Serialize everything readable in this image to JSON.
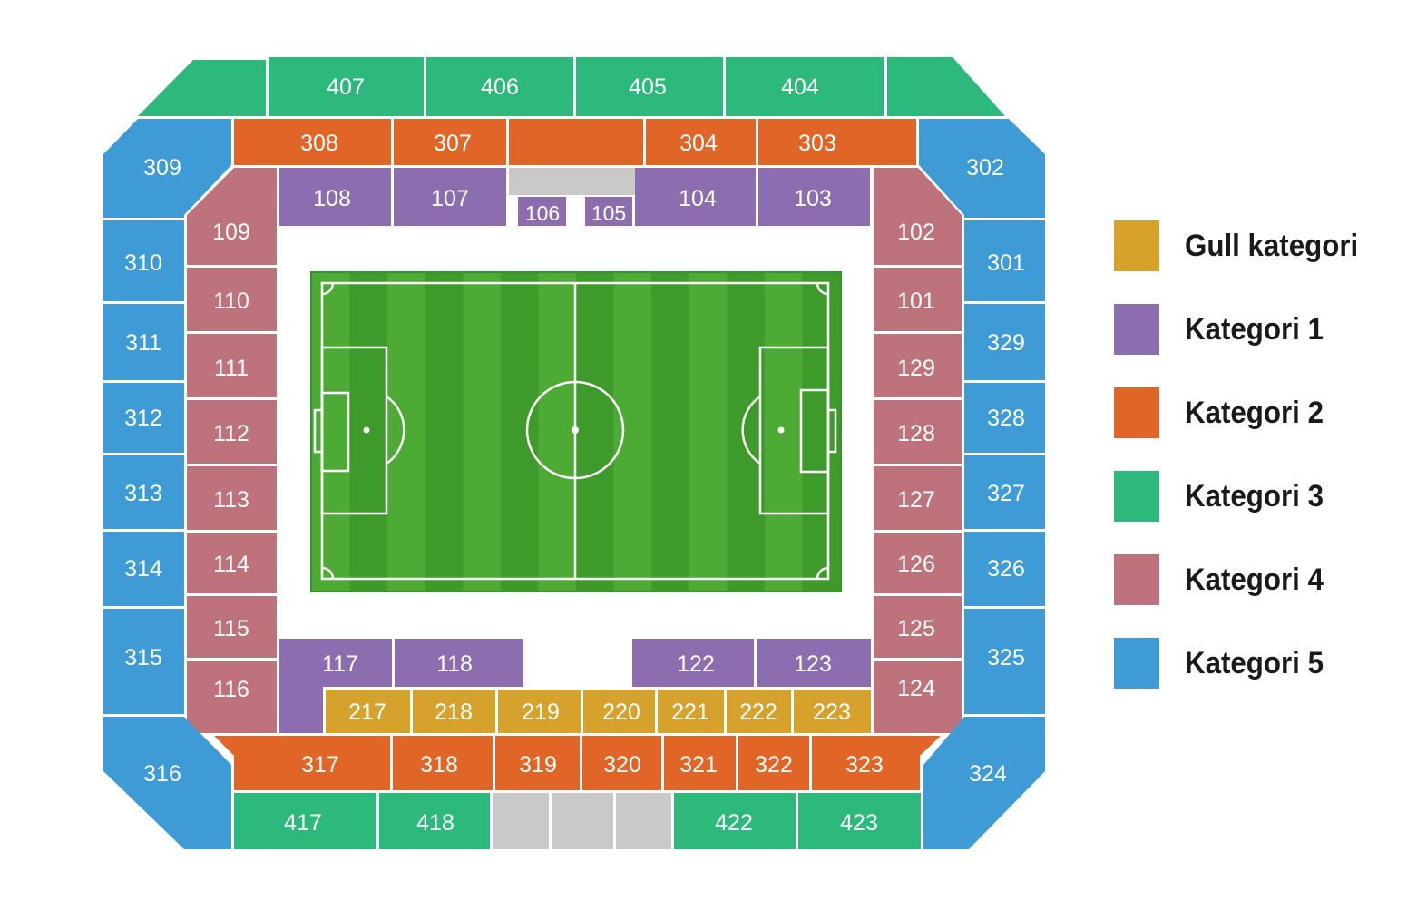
{
  "colors": {
    "gold": "#D6A22B",
    "cat1": "#8B6DB0",
    "cat2": "#E06526",
    "cat3": "#2DB97C",
    "cat4": "#BE727B",
    "cat5": "#3E9BD6",
    "unavailable": "#C9C9C9",
    "pitch_light": "#4CAA35",
    "pitch_dark": "#3E9A2B",
    "pitch_border": "#36952A"
  },
  "legend": [
    {
      "label": "Gull kategori",
      "color": "#D6A22B"
    },
    {
      "label": "Kategori 1",
      "color": "#8B6DB0"
    },
    {
      "label": "Kategori 2",
      "color": "#E06526"
    },
    {
      "label": "Kategori 3",
      "color": "#2DB97C"
    },
    {
      "label": "Kategori 4",
      "color": "#BE727B"
    },
    {
      "label": "Kategori 5",
      "color": "#3E9BD6"
    }
  ],
  "sections": {
    "cat3_top": [
      "",
      "407",
      "406",
      "405",
      "404",
      ""
    ],
    "cat2_top": [
      "308",
      "307",
      "",
      "304",
      "303"
    ],
    "cat1_top": [
      "108",
      "107",
      "106",
      "105",
      "104",
      "103"
    ],
    "cat4_left": [
      "109",
      "110",
      "111",
      "112",
      "113",
      "114",
      "115",
      "116"
    ],
    "cat4_right": [
      "102",
      "101",
      "129",
      "128",
      "127",
      "126",
      "125",
      "124"
    ],
    "cat5_left": [
      "309",
      "310",
      "311",
      "312",
      "313",
      "314",
      "315",
      "316"
    ],
    "cat5_right": [
      "302",
      "301",
      "329",
      "328",
      "327",
      "326",
      "325",
      "324"
    ],
    "cat1_bottom": [
      "117",
      "118",
      "122",
      "123"
    ],
    "gold_bottom": [
      "217",
      "218",
      "219",
      "220",
      "221",
      "222",
      "223"
    ],
    "cat2_bottom": [
      "317",
      "318",
      "319",
      "320",
      "321",
      "322",
      "323"
    ],
    "cat3_bottom": [
      "417",
      "418",
      "422",
      "423"
    ]
  }
}
